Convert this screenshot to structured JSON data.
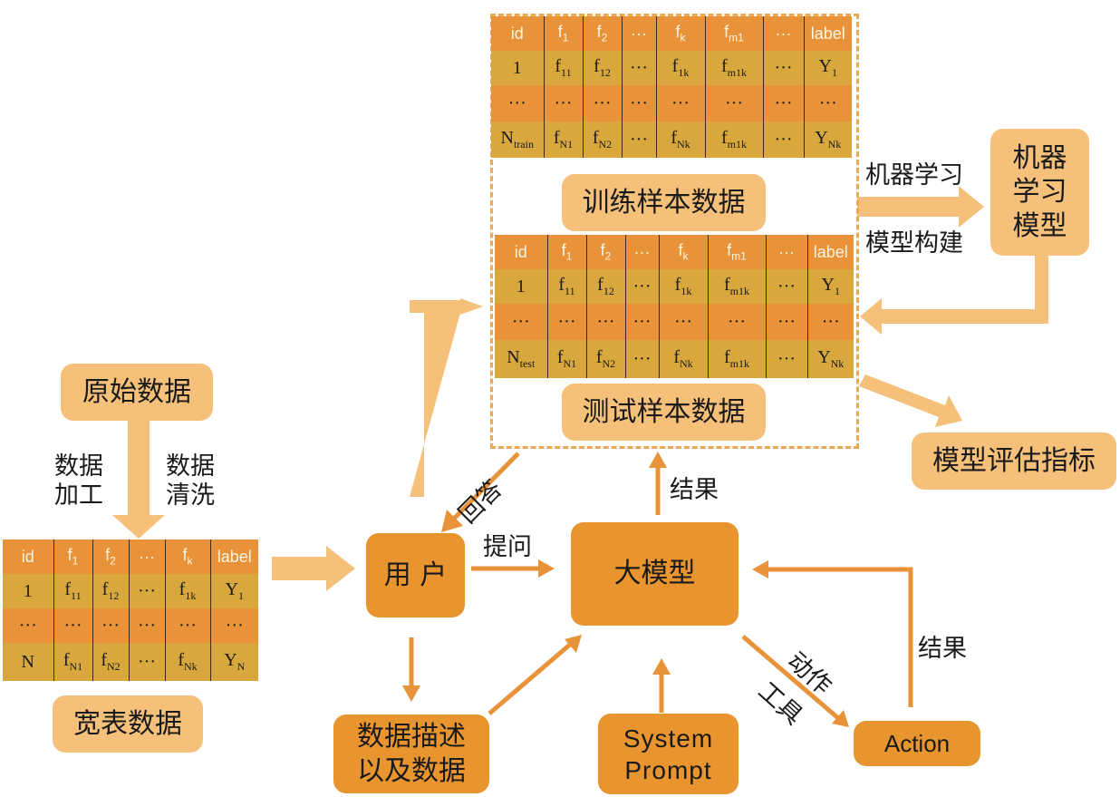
{
  "colors": {
    "light_box": "#f5c07a",
    "dark_box": "#e89530",
    "arrow_light": "#f5c07a",
    "arrow_dark": "#e8923a"
  },
  "nodes": {
    "raw_data": "原始数据",
    "wide_table": "宽表数据",
    "train_data": "训练样本数据",
    "test_data": "测试样本数据",
    "ml_model": [
      "机器",
      "学习",
      "模型"
    ],
    "model_eval": "模型评估指标",
    "user": "用 户",
    "llm": "大模型",
    "data_desc": [
      "数据描述",
      "以及数据"
    ],
    "system_prompt": [
      "System",
      "Prompt"
    ],
    "action": "Action"
  },
  "edge_labels": {
    "data_process": [
      "数据",
      "加工"
    ],
    "data_clean": [
      "数据",
      "清洗"
    ],
    "ml_build_top": "机器学习",
    "ml_build_bottom": "模型构建",
    "answer": "回答",
    "ask": "提问",
    "result_up": "结果",
    "result_right": "结果",
    "action_label": "动作",
    "tool_label": "工具"
  },
  "tables": {
    "wide": [
      [
        {
          "t": "id"
        },
        {
          "t": "f",
          "s": "1"
        },
        {
          "t": "f",
          "s": "2"
        },
        {
          "t": "···"
        },
        {
          "t": "f",
          "s": "k"
        },
        {
          "t": "label"
        }
      ],
      [
        {
          "t": "1"
        },
        {
          "t": "f",
          "s": "11"
        },
        {
          "t": "f",
          "s": "12"
        },
        {
          "t": "···"
        },
        {
          "t": "f",
          "s": "1k"
        },
        {
          "t": "Y",
          "s": "1"
        }
      ],
      [
        {
          "t": "···"
        },
        {
          "t": "···"
        },
        {
          "t": "···"
        },
        {
          "t": "···"
        },
        {
          "t": "···"
        },
        {
          "t": "···"
        }
      ],
      [
        {
          "t": "N"
        },
        {
          "t": "f",
          "s": "N1"
        },
        {
          "t": "f",
          "s": "N2"
        },
        {
          "t": "···"
        },
        {
          "t": "f",
          "s": "Nk"
        },
        {
          "t": "Y",
          "s": "N"
        }
      ]
    ],
    "train": [
      [
        {
          "t": "id"
        },
        {
          "t": "f",
          "s": "1"
        },
        {
          "t": "f",
          "s": "2"
        },
        {
          "t": "···"
        },
        {
          "t": "f",
          "s": "k"
        },
        {
          "t": "f",
          "s": "m1"
        },
        {
          "t": "···"
        },
        {
          "t": "label"
        }
      ],
      [
        {
          "t": "1"
        },
        {
          "t": "f",
          "s": "11"
        },
        {
          "t": "f",
          "s": "12"
        },
        {
          "t": "···"
        },
        {
          "t": "f",
          "s": "1k"
        },
        {
          "t": "f",
          "s": "m1k"
        },
        {
          "t": "···"
        },
        {
          "t": "Y",
          "s": "1"
        }
      ],
      [
        {
          "t": "···"
        },
        {
          "t": "···"
        },
        {
          "t": "···"
        },
        {
          "t": "···"
        },
        {
          "t": "···"
        },
        {
          "t": "···"
        },
        {
          "t": "···"
        },
        {
          "t": "···"
        }
      ],
      [
        {
          "t": "N",
          "s": "train"
        },
        {
          "t": "f",
          "s": "N1"
        },
        {
          "t": "f",
          "s": "N2"
        },
        {
          "t": "···"
        },
        {
          "t": "f",
          "s": "Nk"
        },
        {
          "t": "f",
          "s": "m1k"
        },
        {
          "t": "···"
        },
        {
          "t": "Y",
          "s": "Nk"
        }
      ]
    ],
    "test": [
      [
        {
          "t": "id"
        },
        {
          "t": "f",
          "s": "1"
        },
        {
          "t": "f",
          "s": "2"
        },
        {
          "t": "···"
        },
        {
          "t": "f",
          "s": "k"
        },
        {
          "t": "f",
          "s": "m1"
        },
        {
          "t": "···"
        },
        {
          "t": "label"
        }
      ],
      [
        {
          "t": "1"
        },
        {
          "t": "f",
          "s": "11"
        },
        {
          "t": "f",
          "s": "12"
        },
        {
          "t": "···"
        },
        {
          "t": "f",
          "s": "1k"
        },
        {
          "t": "f",
          "s": "m1k"
        },
        {
          "t": "···"
        },
        {
          "t": "Y",
          "s": "1"
        }
      ],
      [
        {
          "t": "···"
        },
        {
          "t": "···"
        },
        {
          "t": "···"
        },
        {
          "t": "···"
        },
        {
          "t": "···"
        },
        {
          "t": "···"
        },
        {
          "t": "···"
        },
        {
          "t": "···"
        }
      ],
      [
        {
          "t": "N",
          "s": "test"
        },
        {
          "t": "f",
          "s": "N1"
        },
        {
          "t": "f",
          "s": "N2"
        },
        {
          "t": "···"
        },
        {
          "t": "f",
          "s": "Nk"
        },
        {
          "t": "f",
          "s": "m1k"
        },
        {
          "t": "···"
        },
        {
          "t": "Y",
          "s": "Nk"
        }
      ]
    ]
  }
}
